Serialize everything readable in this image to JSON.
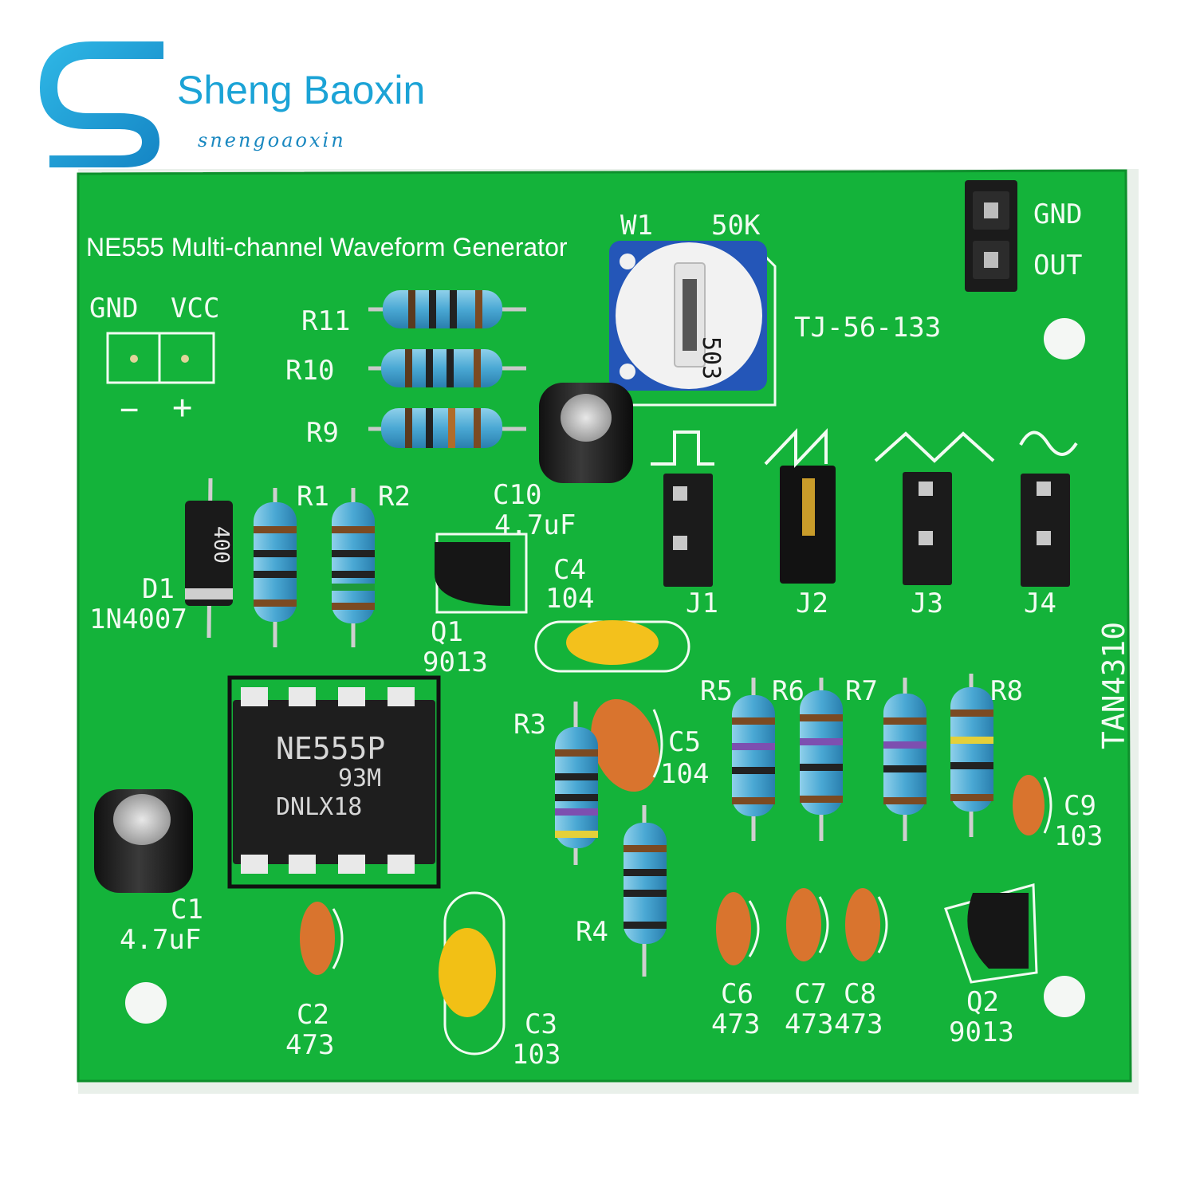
{
  "logo": {
    "name": "Sheng Baoxin",
    "subtitle": "snengoaoxin",
    "color": "#1ba3d6"
  },
  "board": {
    "title": "NE555 Multi-channel Waveform Generator",
    "pcb_color": "#14b33a",
    "model": "TAN4310",
    "part": "TJ-56-133"
  },
  "power": {
    "gnd": "GND",
    "vcc": "VCC",
    "minus": "−",
    "plus": "+"
  },
  "output": {
    "gnd": "GND",
    "out": "OUT"
  },
  "pot": {
    "label": "W1",
    "value": "50K",
    "marking": "503"
  },
  "ic": {
    "name": "NE555P",
    "code": "93M",
    "lot": "DNLX18"
  },
  "diode": {
    "label": "D1",
    "part": "1N4007",
    "marking": "400"
  },
  "resistors": {
    "r1": "R1",
    "r2": "R2",
    "r3": "R3",
    "r4": "R4",
    "r5": "R5",
    "r6": "R6",
    "r7": "R7",
    "r8": "R8",
    "r9": "R9",
    "r10": "R10",
    "r11": "R11"
  },
  "capacitors": {
    "c1": "C1",
    "c1_val": "4.7uF",
    "c2": "C2",
    "c2_val": "473",
    "c3": "C3",
    "c3_val": "103",
    "c4": "C4",
    "c4_val": "104",
    "c5": "C5",
    "c5_val": "104",
    "c6": "C6",
    "c6_val": "473",
    "c7": "C7",
    "c7_val": "473",
    "c8": "C8",
    "c8_val": "473",
    "c9": "C9",
    "c9_val": "103",
    "c10": "C10",
    "c10_val": "4.7uF"
  },
  "transistors": {
    "q1": "Q1",
    "q1_val": "9013",
    "q2": "Q2",
    "q2_val": "9013"
  },
  "jumpers": [
    "J1",
    "J2",
    "J3",
    "J4"
  ]
}
